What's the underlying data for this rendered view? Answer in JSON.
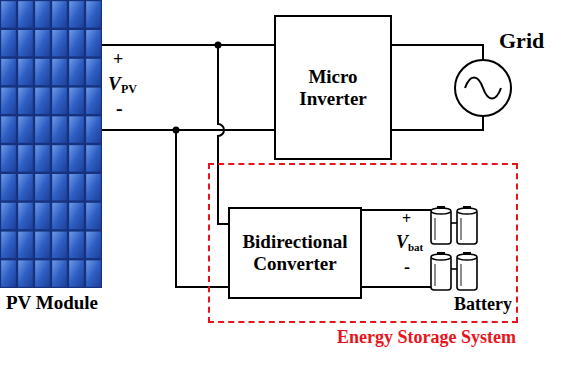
{
  "diagram": {
    "nodes": [
      {
        "text": [
          "PV Module"
        ]
      },
      {
        "text": [
          "Micro Inverter"
        ]
      },
      {
        "text": [
          "Grid"
        ]
      },
      {
        "text": [
          "Energy Storage System"
        ]
      },
      {
        "text": [
          "Bidirectional Converter"
        ],
        "in": 3
      },
      {
        "text": [
          "Battery"
        ],
        "in": 3
      }
    ],
    "edges": [
      {
        "from": 0,
        "to": 1,
        "arrow": "none"
      },
      {
        "from": 1,
        "to": 2,
        "arrow": "none"
      },
      {
        "from": 0,
        "to": 4,
        "arrow": "none"
      },
      {
        "from": 4,
        "to": 5,
        "arrow": "none"
      }
    ],
    "labels": [
      "+",
      "V",
      "PV",
      "-",
      "+",
      "V",
      "bat",
      "-"
    ]
  }
}
